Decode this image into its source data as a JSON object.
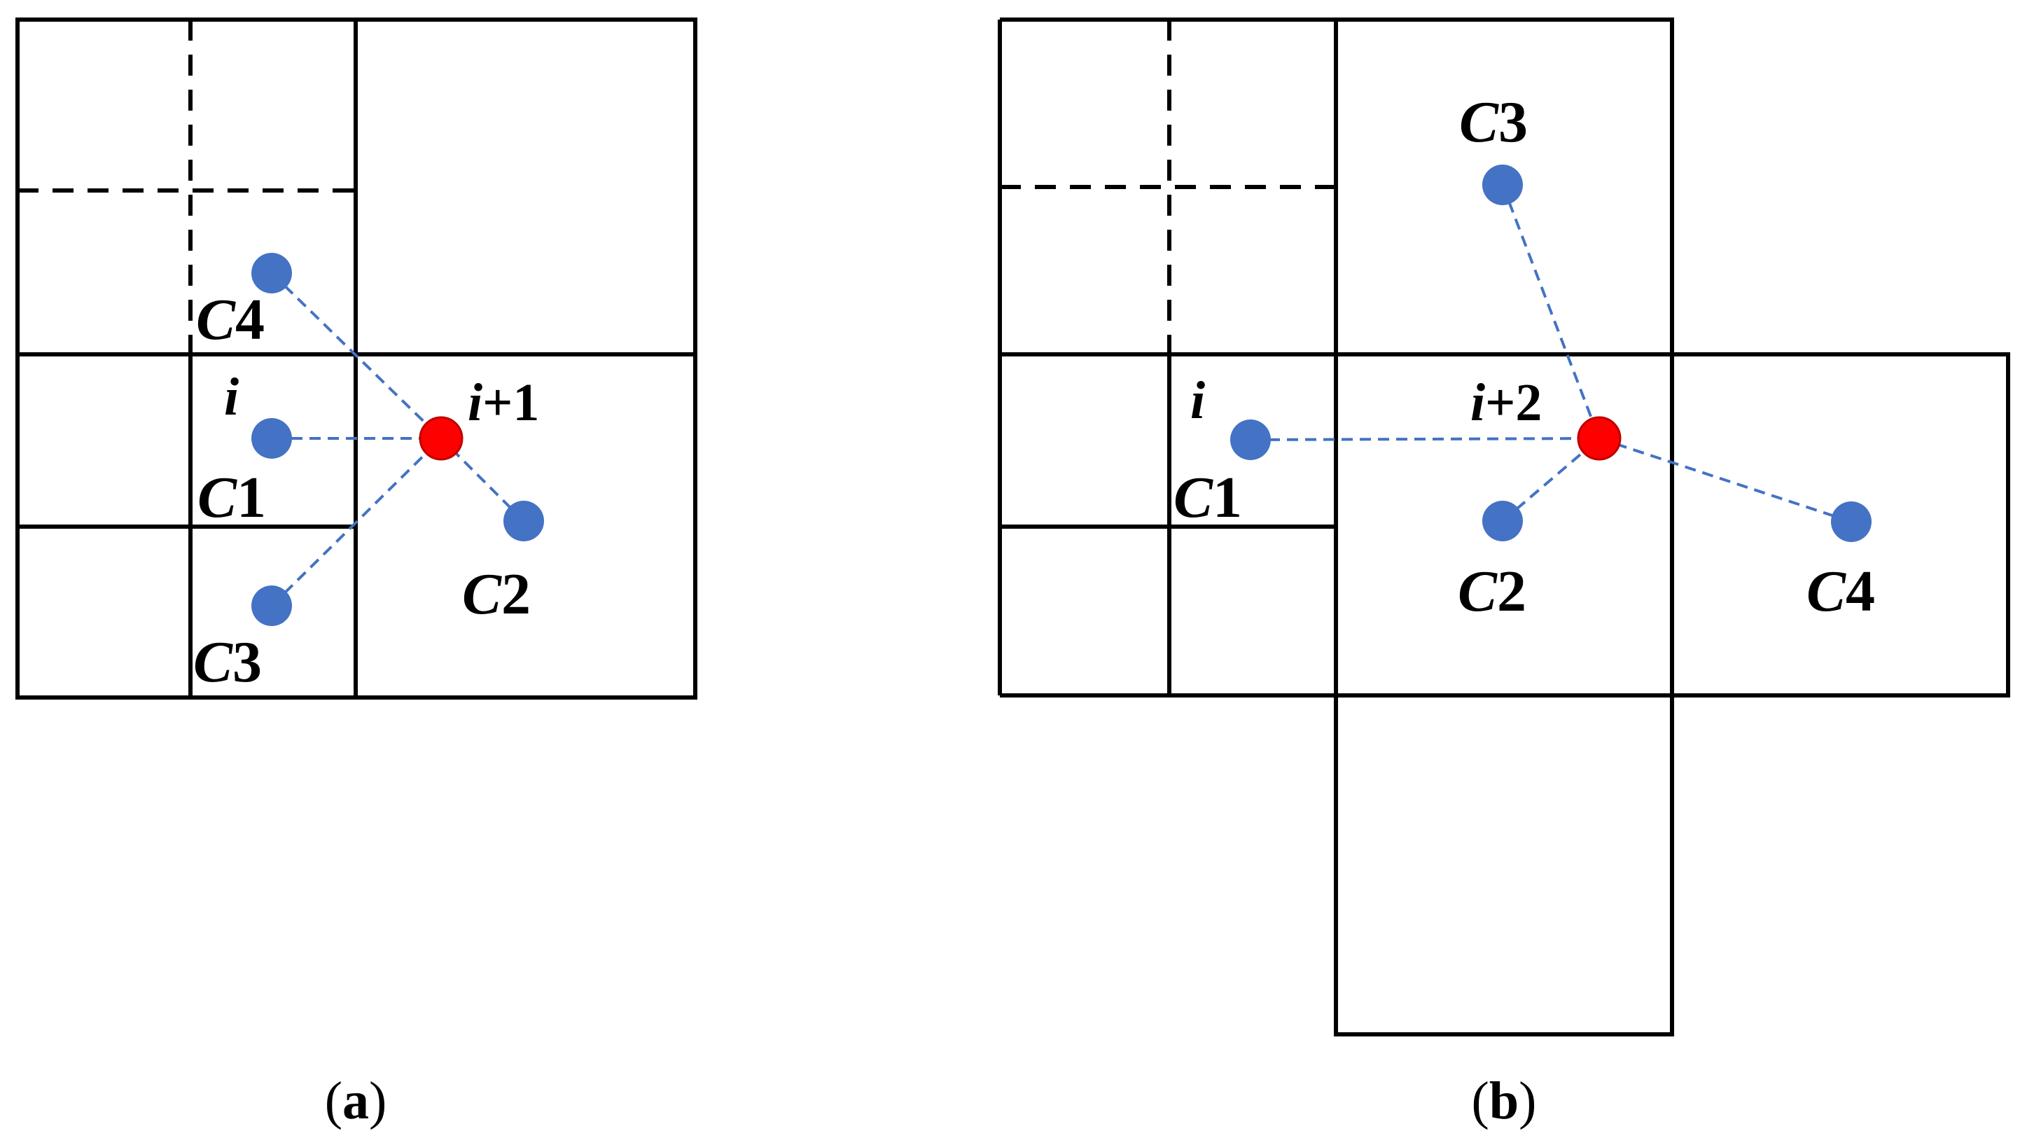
{
  "panels": [
    {
      "caption_open": "(",
      "caption_letter": "a",
      "caption_close": ")",
      "center_label": {
        "letter": "i",
        "suffix": "+1"
      },
      "source_label": "i",
      "nodes": [
        {
          "letter": "C",
          "digit": "1"
        },
        {
          "letter": "C",
          "digit": "2"
        },
        {
          "letter": "C",
          "digit": "3"
        },
        {
          "letter": "C",
          "digit": "4"
        }
      ]
    },
    {
      "caption_open": "(",
      "caption_letter": "b",
      "caption_close": ")",
      "center_label": {
        "letter": "i",
        "suffix": "+2"
      },
      "source_label": "i",
      "nodes": [
        {
          "letter": "C",
          "digit": "1"
        },
        {
          "letter": "C",
          "digit": "2"
        },
        {
          "letter": "C",
          "digit": "3"
        },
        {
          "letter": "C",
          "digit": "4"
        }
      ]
    }
  ],
  "colors": {
    "node": "#4472c4",
    "center": "#ff0000",
    "grid": "#000000",
    "link": "#4472c4"
  }
}
